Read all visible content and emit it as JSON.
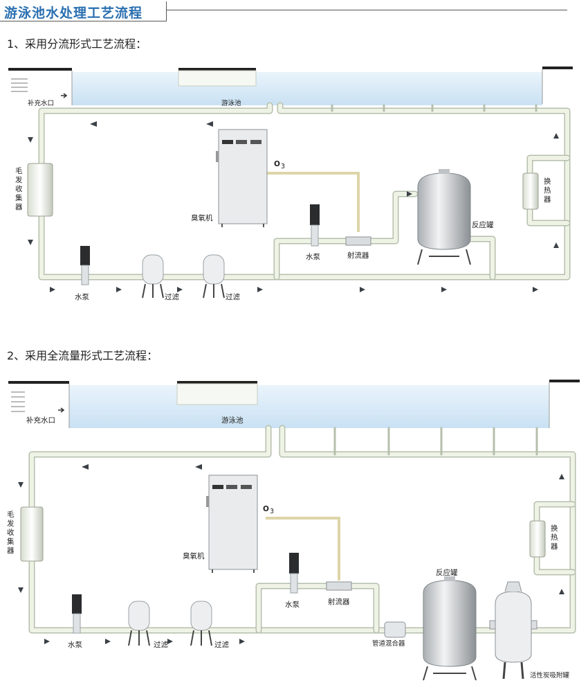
{
  "header": {
    "title": "游泳池水处理工艺流程"
  },
  "section1": {
    "title": "1、采用分流形式工艺流程：",
    "labels": {
      "makeup": "补充水口",
      "pool": "游泳池",
      "hair": "毛发收集器",
      "ozone": "臭氧机",
      "o3_main": "O",
      "o3_sub": "3",
      "pump_small": "水泵",
      "ejector": "射流器",
      "reactor": "反应罐",
      "heat": "换热器",
      "pump_main": "水泵",
      "filter1": "过滤",
      "filter2": "过滤"
    }
  },
  "section2": {
    "title": "2、采用全流量形式工艺流程：",
    "labels": {
      "makeup": "补充水口",
      "pool": "游泳池",
      "hair": "毛发收集器",
      "ozone": "臭氧机",
      "o3_main": "O",
      "o3_sub": "3",
      "pump_small": "水泵",
      "ejector": "射流器",
      "reactor": "反应罐",
      "heat": "换热器",
      "pump_main": "水泵",
      "filter1": "过滤",
      "filter2": "过滤",
      "mixer": "管道混合器",
      "carbon": "活性炭吸附罐"
    }
  },
  "colors": {
    "title": "#2a6fb0",
    "pool_water": "#d6e9f6",
    "pipe": "#eef3e6",
    "pipe_edge": "#b5bfac",
    "ozone_line": "#ddd5a8",
    "arrow": "#3a4046"
  }
}
